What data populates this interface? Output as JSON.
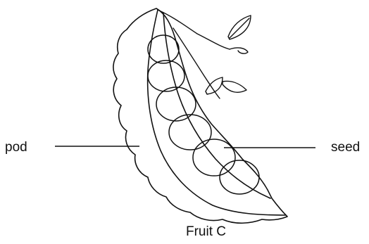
{
  "diagram": {
    "labels": {
      "pod": "pod",
      "seed": "seed"
    },
    "caption": "Fruit C"
  }
}
